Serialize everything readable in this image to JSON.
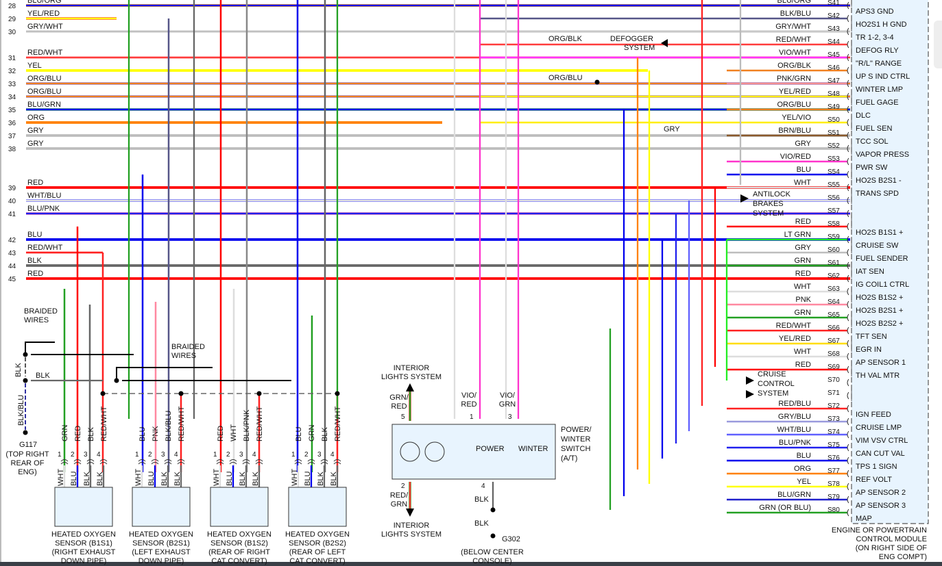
{
  "diagram": {
    "left_wires": [
      {
        "num": "28",
        "label": "BLU/ORG",
        "color": "#0000ee",
        "stripe": "#ff9900"
      },
      {
        "num": "29",
        "label": "YEL/RED",
        "color": "#ffff00",
        "stripe": "#ff4444"
      },
      {
        "num": "30",
        "label": "GRY/WHT",
        "color": "#c0c0c0",
        "stripe": "#e8e8e8"
      },
      {
        "num": "31",
        "label": "RED/WHT",
        "color": "#ff3b3b",
        "stripe": "#ffdddd"
      },
      {
        "num": "32",
        "label": "YEL",
        "color": "#ffff00",
        "stripe": "#ffff00"
      },
      {
        "num": "33",
        "label": "ORG/BLU",
        "color": "#f08020",
        "stripe": "#9090ff"
      },
      {
        "num": "34",
        "label": "ORG/BLU",
        "color": "#f08020",
        "stripe": "#9090ff"
      },
      {
        "num": "35",
        "label": "BLU/GRN",
        "color": "#0000ee",
        "stripe": "#60c060"
      },
      {
        "num": "36",
        "label": "ORG",
        "color": "#ff8000",
        "stripe": "#ff8000"
      },
      {
        "num": "37",
        "label": "GRY",
        "color": "#bdbdbd",
        "stripe": "#bdbdbd"
      },
      {
        "num": "38",
        "label": "GRY",
        "color": "#bdbdbd",
        "stripe": "#bdbdbd"
      },
      {
        "num": "39",
        "label": "RED",
        "color": "#ff0000",
        "stripe": "#ff0000"
      },
      {
        "num": "40",
        "label": "WHT/BLU",
        "color": "#e0e0e0",
        "stripe": "#6060ff"
      },
      {
        "num": "41",
        "label": "BLU/PNK",
        "color": "#2020ee",
        "stripe": "#ff88aa"
      },
      {
        "num": "42",
        "label": "BLU",
        "color": "#0000ee",
        "stripe": "#0000ee"
      },
      {
        "num": "43",
        "label": "RED/WHT",
        "color": "#ff2020",
        "stripe": "#ffdddd"
      },
      {
        "num": "44",
        "label": "BLK",
        "color": "#666666",
        "stripe": "#666666"
      },
      {
        "num": "45",
        "label": "RED",
        "color": "#ff0000",
        "stripe": "#ff0000"
      }
    ],
    "right_pins": [
      {
        "pin": "S41",
        "wire": "BLU/ORG",
        "func": "APS3 GND",
        "color": "#0000ee"
      },
      {
        "pin": "S42",
        "wire": "BLK/BLU",
        "func": "HO2S1 H GND",
        "color": "#555588"
      },
      {
        "pin": "S43",
        "wire": "GRY/WHT",
        "func": "TR 1-2, 3-4",
        "color": "#c8c8c8"
      },
      {
        "pin": "S44",
        "wire": "RED/WHT",
        "func": "DEFOG RLY",
        "color": "#ff3b3b"
      },
      {
        "pin": "S45",
        "wire": "VIO/WHT",
        "func": "\"R/L\" RANGE",
        "color": "#ff33ff"
      },
      {
        "pin": "S46",
        "wire": "ORG/BLK",
        "func": "UP S IND CTRL",
        "color": "#f08020"
      },
      {
        "pin": "S47",
        "wire": "PNK/GRN",
        "func": "WINTER LMP",
        "color": "#f49090"
      },
      {
        "pin": "S48",
        "wire": "YEL/RED",
        "func": "FUEL GAGE",
        "color": "#ffee00"
      },
      {
        "pin": "S49",
        "wire": "ORG/BLU",
        "func": "DLC",
        "color": "#f08020"
      },
      {
        "pin": "S50",
        "wire": "YEL/VIO",
        "func": "FUEL SEN",
        "color": "#ffee00"
      },
      {
        "pin": "S51",
        "wire": "BRN/BLU",
        "func": "TCC SOL",
        "color": "#8b5a2b"
      },
      {
        "pin": "S52",
        "wire": "GRY",
        "func": "VAPOR PRESS",
        "color": "#bdbdbd"
      },
      {
        "pin": "S53",
        "wire": "VIO/RED",
        "func": "PWR SW",
        "color": "#ff33cc"
      },
      {
        "pin": "S54",
        "wire": "BLU",
        "func": "HO2S B2S1 -",
        "color": "#0000ee"
      },
      {
        "pin": "S55",
        "wire": "WHT",
        "func": "TRANS SPD",
        "color": "#dddddd"
      },
      {
        "pin": "S56",
        "wire": "",
        "func": "",
        "color": ""
      },
      {
        "pin": "S57",
        "wire": "",
        "func": "",
        "color": ""
      },
      {
        "pin": "S58",
        "wire": "RED",
        "func": "HO2S B1S1 +",
        "color": "#ff0000"
      },
      {
        "pin": "S59",
        "wire": "LT GRN",
        "func": "CRUISE SW",
        "color": "#22ee22"
      },
      {
        "pin": "S60",
        "wire": "GRY",
        "func": "FUEL SENDER",
        "color": "#bdbdbd"
      },
      {
        "pin": "S61",
        "wire": "GRN",
        "func": "IAT SEN",
        "color": "#22a022"
      },
      {
        "pin": "S62",
        "wire": "RED",
        "func": "IG COIL1 CTRL",
        "color": "#ff0000"
      },
      {
        "pin": "S63",
        "wire": "WHT",
        "func": "HO2S B1S2 +",
        "color": "#dddddd"
      },
      {
        "pin": "S64",
        "wire": "PNK",
        "func": "HO2S B2S1 +",
        "color": "#ff88a0"
      },
      {
        "pin": "S65",
        "wire": "GRN",
        "func": "HO2S B2S2 +",
        "color": "#22a022"
      },
      {
        "pin": "S66",
        "wire": "RED/WHT",
        "func": "TFT SEN",
        "color": "#ff2020"
      },
      {
        "pin": "S67",
        "wire": "YEL/RED",
        "func": "EGR IN",
        "color": "#ffdd00"
      },
      {
        "pin": "S68",
        "wire": "WHT",
        "func": "AP SENSOR 1",
        "color": "#dddddd"
      },
      {
        "pin": "S69",
        "wire": "RED",
        "func": "TH VAL MTR",
        "color": "#ff0000"
      },
      {
        "pin": "S70",
        "wire": "",
        "func": "",
        "color": ""
      },
      {
        "pin": "S71",
        "wire": "",
        "func": "",
        "color": ""
      },
      {
        "pin": "S72",
        "wire": "RED/BLU",
        "func": "IGN FEED",
        "color": "#ff2020"
      },
      {
        "pin": "S73",
        "wire": "GRY/BLU",
        "func": "CRUISE LMP",
        "color": "#9999dd"
      },
      {
        "pin": "S74",
        "wire": "WHT/BLU",
        "func": "VIM VSV CTRL",
        "color": "#6060ff"
      },
      {
        "pin": "S75",
        "wire": "BLU/PNK",
        "func": "CAN CUT VAL",
        "color": "#2020ee"
      },
      {
        "pin": "S76",
        "wire": "BLU",
        "func": "TPS 1 SIGN",
        "color": "#0000ee"
      },
      {
        "pin": "S77",
        "wire": "ORG",
        "func": "REF VOLT",
        "color": "#ff8000"
      },
      {
        "pin": "S78",
        "wire": "YEL",
        "func": "AP SENSOR 2",
        "color": "#ffff00"
      },
      {
        "pin": "S79",
        "wire": "BLU/GRN",
        "func": "AP SENSOR 3",
        "color": "#2020cc"
      },
      {
        "pin": "S80",
        "wire": "GRN (OR BLU)",
        "func": "MAP",
        "color": "#22a022"
      }
    ],
    "module_caption": [
      "ENGINE OR POWERTRAIN",
      "CONTROL MODULE",
      "(ON RIGHT SIDE OF",
      "ENG COMPT)"
    ],
    "mid_labels": {
      "org_blk": "ORG/BLK",
      "org_blu": "ORG/BLU",
      "defogger": [
        "DEFOGGER",
        "SYSTEM"
      ],
      "gry": "GRY",
      "antilock": [
        "ANTILOCK",
        "BRAKES",
        "SYSTEM"
      ],
      "cruise": [
        "CRUISE",
        "CONTROL",
        "SYSTEM"
      ]
    },
    "ground_left": {
      "braided1": [
        "BRAIDED",
        "WIRES"
      ],
      "braided2": [
        "BRAIDED",
        "WIRES"
      ],
      "blk_vertical": "BLK",
      "blk_horizontal": "BLK",
      "blk_blu": "BLK/BLU",
      "ground_id": "G117",
      "ground_loc": [
        "(TOP RIGHT",
        "REAR OF",
        "ENG)"
      ]
    },
    "sensors": [
      {
        "name": [
          "HEATED OXYGEN",
          "SENSOR (B1S1)",
          "(RIGHT EXHAUST",
          "DOWN PIPE)"
        ],
        "top": [
          "GRN",
          "RED",
          "BLK",
          "RED/WHT"
        ],
        "bottom": [
          "WHT",
          "BLU",
          "BLK",
          "BLK"
        ],
        "pins": [
          "1",
          "2",
          "3",
          "4"
        ]
      },
      {
        "name": [
          "HEATED OXYGEN",
          "SENSOR (B2S1)",
          "(LEFT EXHAUST",
          "DOWN PIPE)"
        ],
        "top": [
          "BLU",
          "PNK",
          "BLK/BLU",
          "RED/WHT"
        ],
        "bottom": [
          "WHT",
          "BLU",
          "BLK",
          "BLK"
        ],
        "pins": [
          "1",
          "2",
          "3",
          "4"
        ]
      },
      {
        "name": [
          "HEATED OXYGEN",
          "SENSOR (B1S2)",
          "(REAR OF RIGHT",
          "CAT CONVERT)"
        ],
        "top": [
          "RED",
          "WHT",
          "BLK/PNK",
          "RED/WHT"
        ],
        "bottom": [
          "WHT",
          "BLU",
          "BLK",
          "BLK"
        ],
        "pins": [
          "1",
          "2",
          "3",
          "4"
        ]
      },
      {
        "name": [
          "HEATED OXYGEN",
          "SENSOR (B2S2)",
          "(REAR OF LEFT",
          "CAT CONVERT)"
        ],
        "top": [
          "BLU",
          "GRN",
          "BLK",
          "RED/WHT"
        ],
        "bottom": [
          "WHT",
          "BLU",
          "BLK",
          "BLK"
        ],
        "pins": [
          "1",
          "2",
          "3",
          "4"
        ]
      }
    ],
    "switch": {
      "interior_top": [
        "INTERIOR",
        "LIGHTS SYSTEM"
      ],
      "interior_bottom": [
        "INTERIOR",
        "LIGHTS SYSTEM"
      ],
      "grn_red": [
        "GRN/",
        "RED"
      ],
      "red_grn": [
        "RED/",
        "GRN"
      ],
      "vio_red": [
        "VIO/",
        "RED"
      ],
      "vio_grn": [
        "VIO/",
        "GRN"
      ],
      "pin5": "5",
      "pin1": "1",
      "pin3": "3",
      "pin2": "2",
      "pin4": "4",
      "power": "POWER",
      "winter": "WINTER",
      "name": [
        "POWER/",
        "WINTER",
        "SWITCH",
        "(A/T)"
      ],
      "blk1": "BLK",
      "blk2": "BLK",
      "ground_id": "G302",
      "ground_loc": [
        "(BELOW CENTER",
        "CONSOLE)"
      ]
    }
  }
}
